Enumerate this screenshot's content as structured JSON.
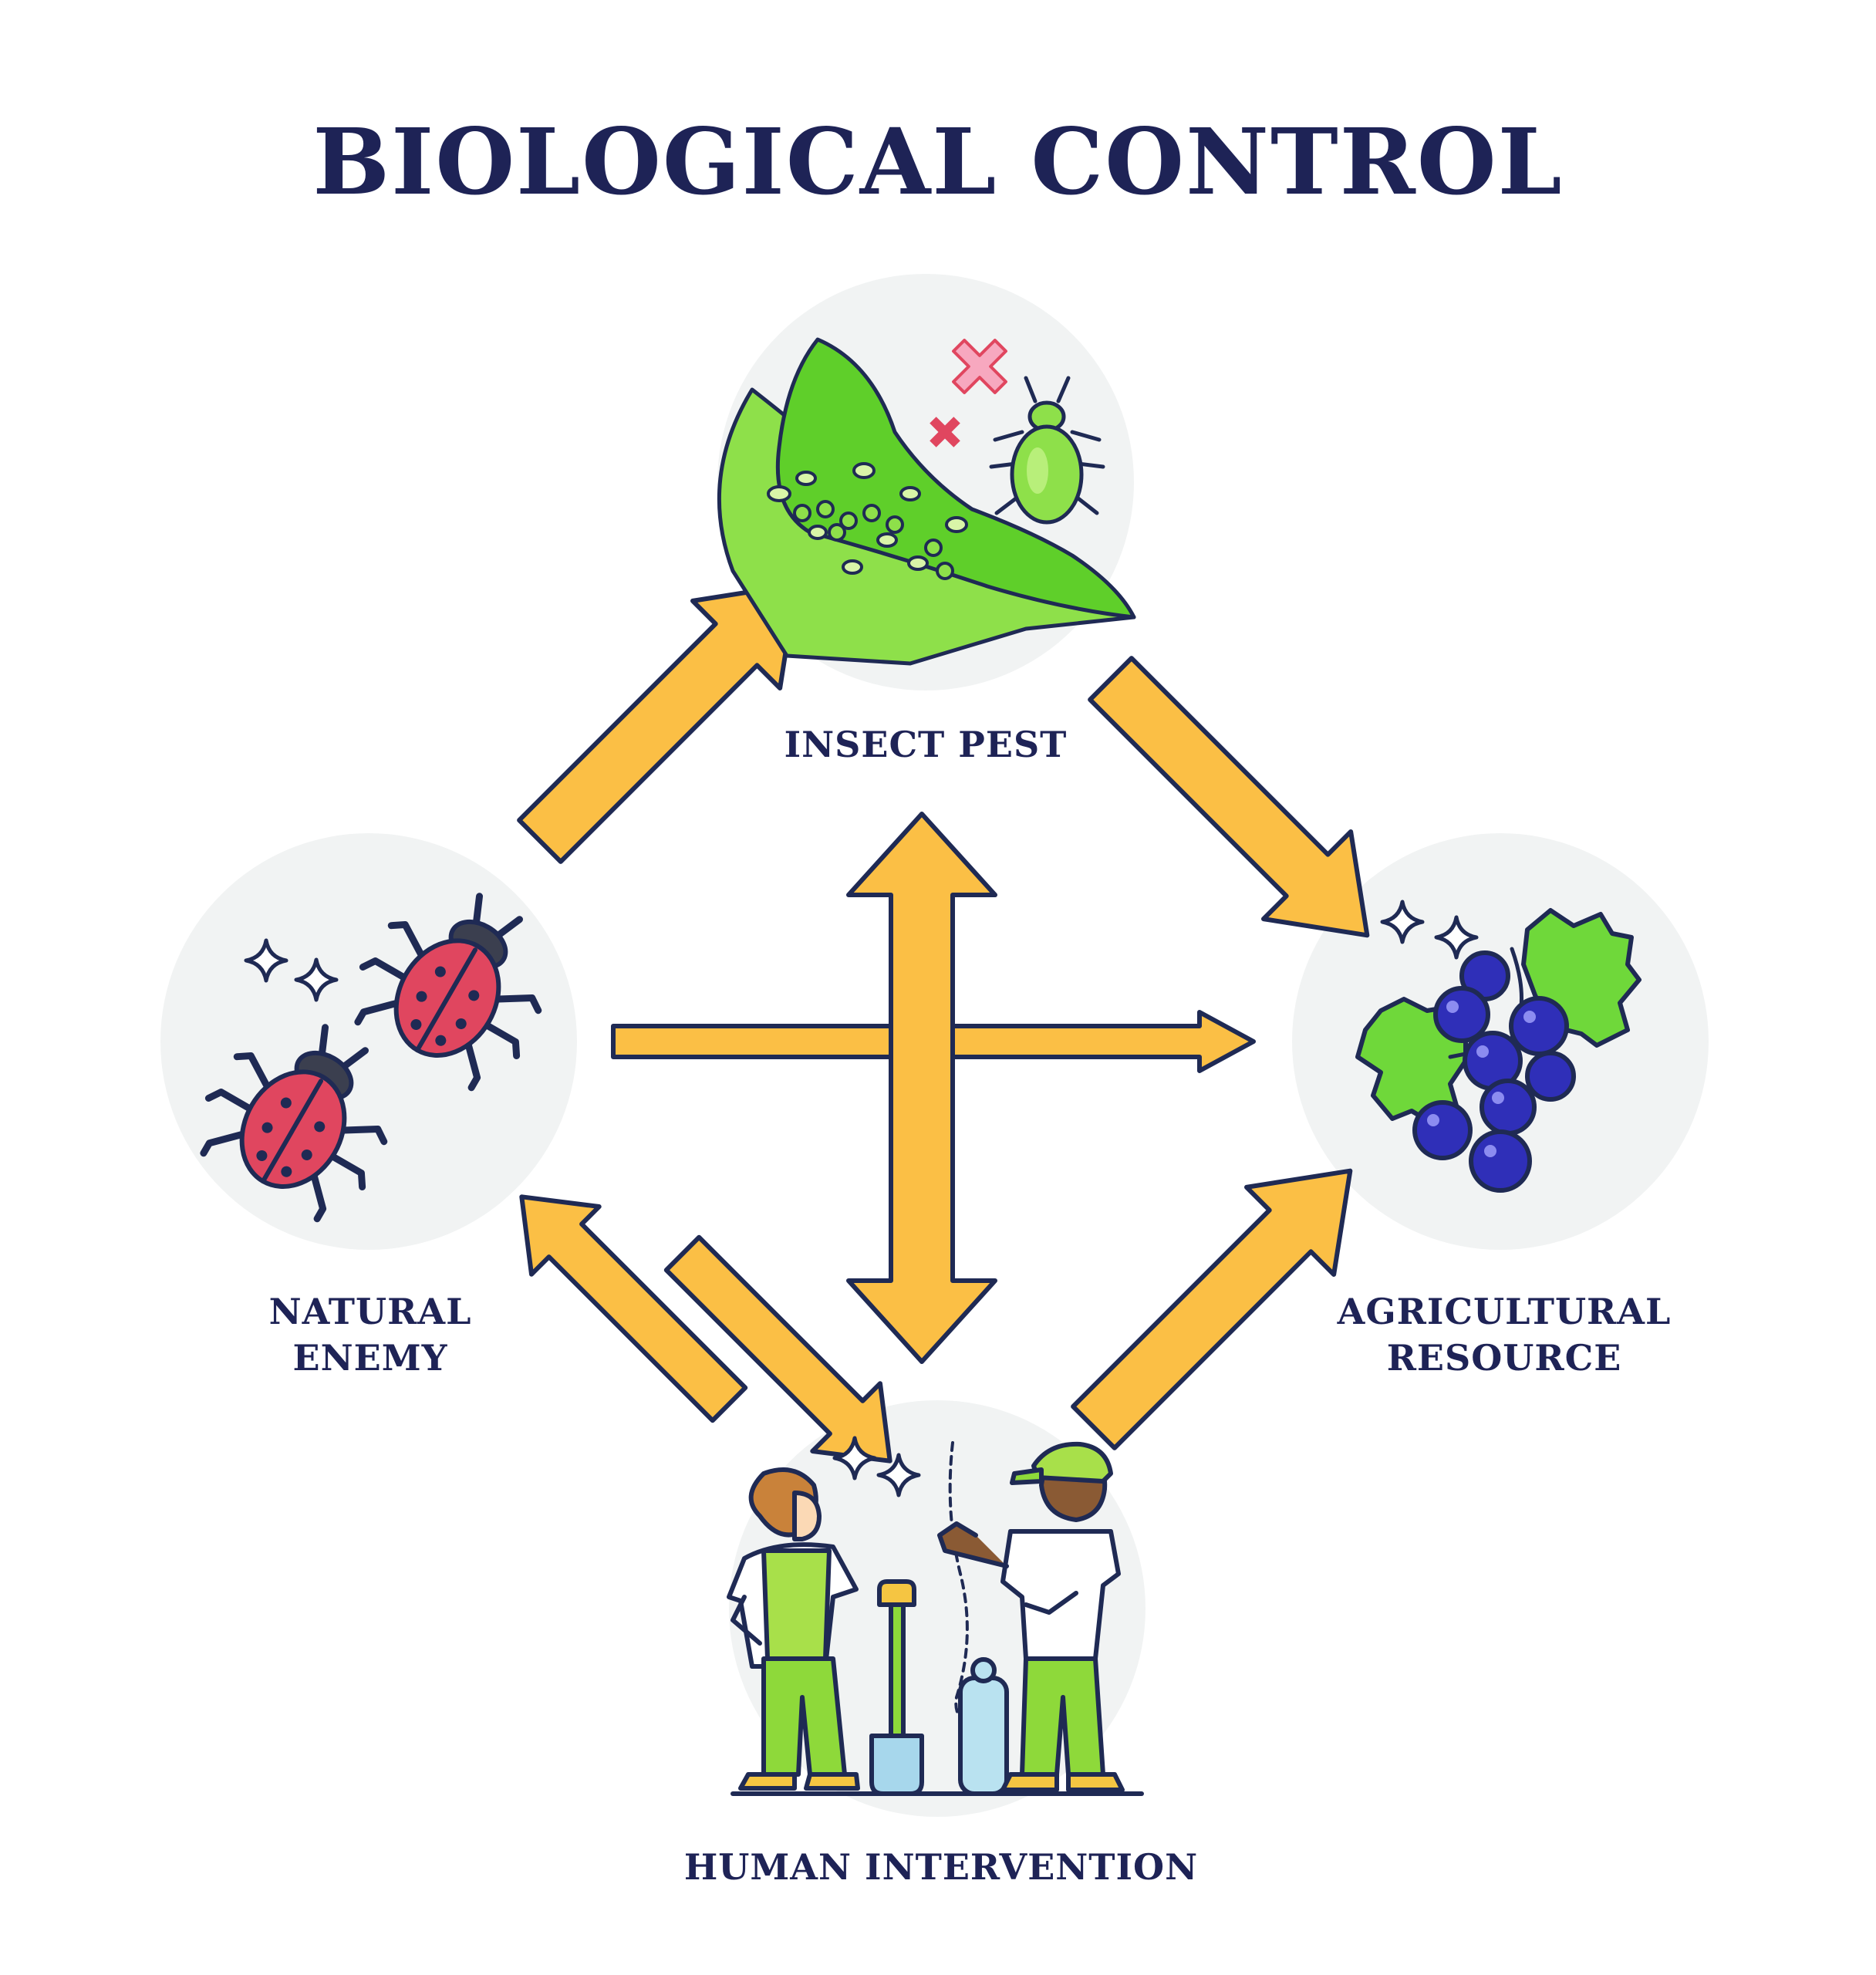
{
  "title": "BIOLOGICAL CONTROL",
  "nodes": {
    "insect_pest": "INSECT PEST",
    "natural_enemy_line1": "NATURAL",
    "natural_enemy_line2": "ENEMY",
    "agricultural_line1": "AGRICULTURAL",
    "agricultural_line2": "RESOURCE",
    "human_intervention": "HUMAN INTERVENTION"
  },
  "colors": {
    "title": "#1e2356",
    "arrow_fill": "#fbbf45",
    "outline": "#1f2a54",
    "circle_bg": "#f1f3f3",
    "leaf_green": "#8ee04a",
    "ladybug_red": "#e0465f",
    "berry_blue": "#2f2fb8"
  }
}
